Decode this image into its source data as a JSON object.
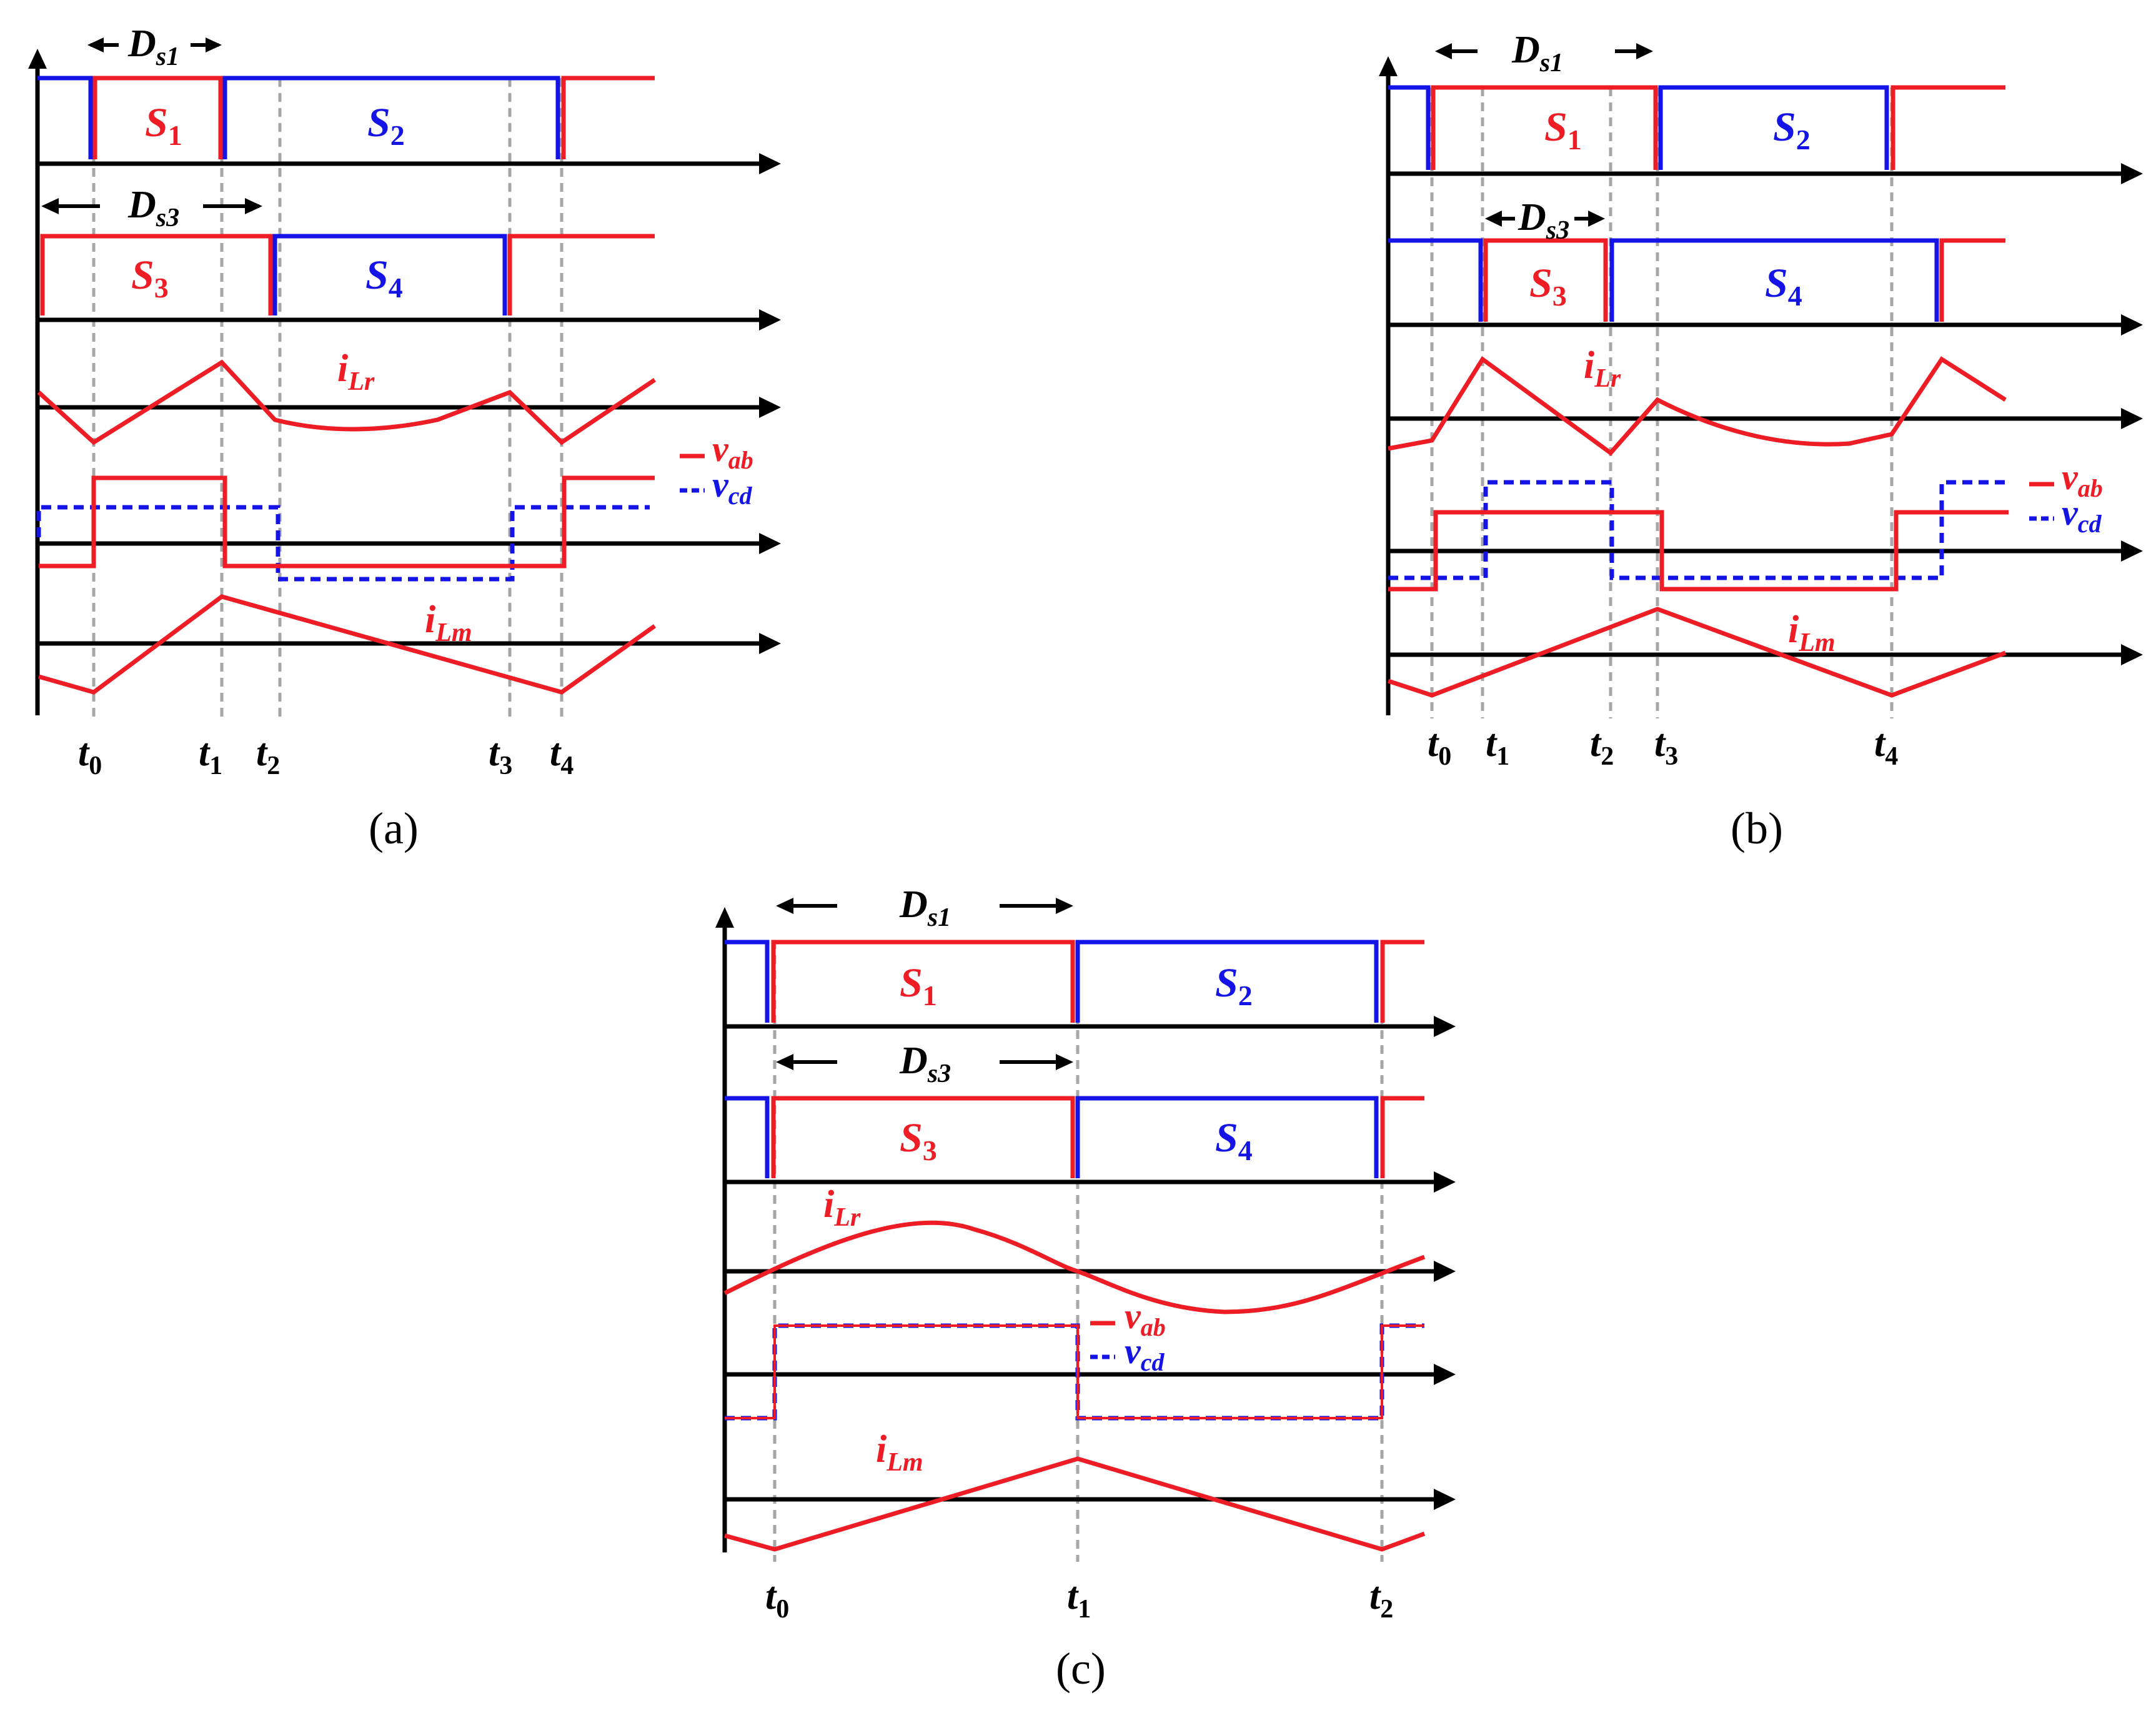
{
  "colors": {
    "red": "#ee1c25",
    "blue": "#1414e6",
    "black": "#000000",
    "grid": "#a6a6a6"
  },
  "panels": [
    {
      "caption": "(a)",
      "duty_labels": {
        "s1": {
          "base": "D",
          "sub": "s1"
        },
        "s3": {
          "base": "D",
          "sub": "s3"
        }
      },
      "switch_labels": {
        "s1": {
          "base": "S",
          "sub": "1"
        },
        "s2": {
          "base": "S",
          "sub": "2"
        },
        "s3": {
          "base": "S",
          "sub": "3"
        },
        "s4": {
          "base": "S",
          "sub": "4"
        }
      },
      "current_labels": {
        "ilr": {
          "base": "i",
          "sub": "Lr"
        },
        "ilm": {
          "base": "i",
          "sub": "Lm"
        }
      },
      "legend": {
        "vab": {
          "base": "v",
          "sub": "ab"
        },
        "vcd": {
          "base": "v",
          "sub": "cd"
        }
      },
      "time_labels": [
        {
          "base": "t",
          "sub": "0"
        },
        {
          "base": "t",
          "sub": "1"
        },
        {
          "base": "t",
          "sub": "2"
        },
        {
          "base": "t",
          "sub": "3"
        },
        {
          "base": "t",
          "sub": "4"
        }
      ]
    },
    {
      "caption": "(b)",
      "duty_labels": {
        "s1": {
          "base": "D",
          "sub": "s1"
        },
        "s3": {
          "base": "D",
          "sub": "s3"
        }
      },
      "switch_labels": {
        "s1": {
          "base": "S",
          "sub": "1"
        },
        "s2": {
          "base": "S",
          "sub": "2"
        },
        "s3": {
          "base": "S",
          "sub": "3"
        },
        "s4": {
          "base": "S",
          "sub": "4"
        }
      },
      "current_labels": {
        "ilr": {
          "base": "i",
          "sub": "Lr"
        },
        "ilm": {
          "base": "i",
          "sub": "Lm"
        }
      },
      "legend": {
        "vab": {
          "base": "v",
          "sub": "ab"
        },
        "vcd": {
          "base": "v",
          "sub": "cd"
        }
      },
      "time_labels": [
        {
          "base": "t",
          "sub": "0"
        },
        {
          "base": "t",
          "sub": "1"
        },
        {
          "base": "t",
          "sub": "2"
        },
        {
          "base": "t",
          "sub": "3"
        },
        {
          "base": "t",
          "sub": "4"
        }
      ]
    },
    {
      "caption": "(c)",
      "duty_labels": {
        "s1": {
          "base": "D",
          "sub": "s1"
        },
        "s3": {
          "base": "D",
          "sub": "s3"
        }
      },
      "switch_labels": {
        "s1": {
          "base": "S",
          "sub": "1"
        },
        "s2": {
          "base": "S",
          "sub": "2"
        },
        "s3": {
          "base": "S",
          "sub": "3"
        },
        "s4": {
          "base": "S",
          "sub": "4"
        }
      },
      "current_labels": {
        "ilr": {
          "base": "i",
          "sub": "Lr"
        },
        "ilm": {
          "base": "i",
          "sub": "Lm"
        }
      },
      "legend": {
        "vab": {
          "base": "v",
          "sub": "ab"
        },
        "vcd": {
          "base": "v",
          "sub": "cd"
        }
      },
      "time_labels": [
        {
          "base": "t",
          "sub": "0"
        },
        {
          "base": "t",
          "sub": "1"
        },
        {
          "base": "t",
          "sub": "2"
        }
      ]
    }
  ]
}
